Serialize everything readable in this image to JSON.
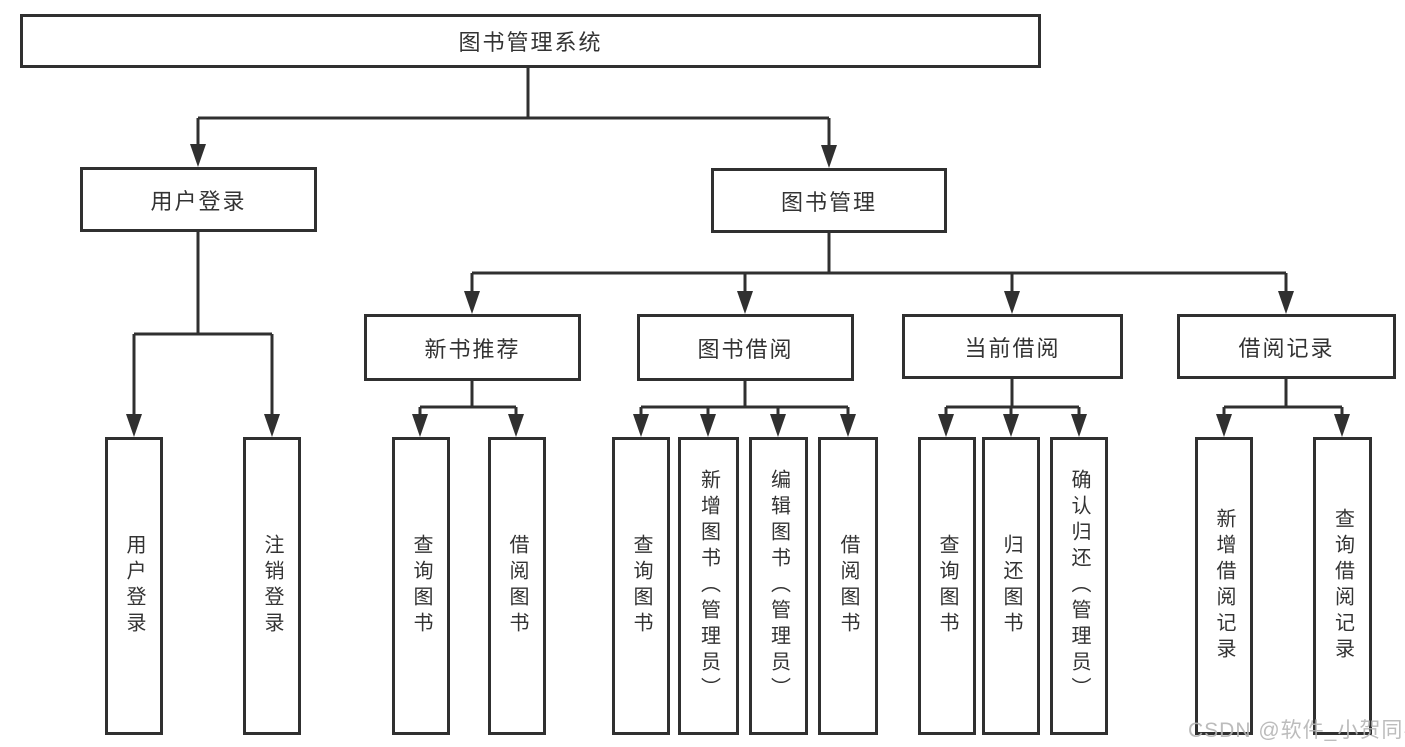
{
  "diagram": {
    "root": {
      "label": "图书管理系统"
    },
    "branches": [
      {
        "label": "用户登录",
        "children": [
          {
            "label": "用户登录"
          },
          {
            "label": "注销登录"
          }
        ]
      },
      {
        "label": "图书管理",
        "groups": [
          {
            "label": "新书推荐",
            "children": [
              {
                "label": "查询图书"
              },
              {
                "label": "借阅图书"
              }
            ]
          },
          {
            "label": "图书借阅",
            "children": [
              {
                "label": "查询图书"
              },
              {
                "label": "新增图书（管理员）"
              },
              {
                "label": "编辑图书（管理员）"
              },
              {
                "label": "借阅图书"
              }
            ]
          },
          {
            "label": "当前借阅",
            "children": [
              {
                "label": "查询图书"
              },
              {
                "label": "归还图书"
              },
              {
                "label": "确认归还（管理员）"
              }
            ]
          },
          {
            "label": "借阅记录",
            "children": [
              {
                "label": "新增借阅记录"
              },
              {
                "label": "查询借阅记录"
              }
            ]
          }
        ]
      }
    ]
  },
  "watermark": {
    "text": "CSDN @软件_小贺同学"
  },
  "colors": {
    "line": "#303030",
    "text": "#333333",
    "watermark": "#b5b5b5",
    "bg": "#ffffff",
    "box-bg": "#ffffff"
  }
}
